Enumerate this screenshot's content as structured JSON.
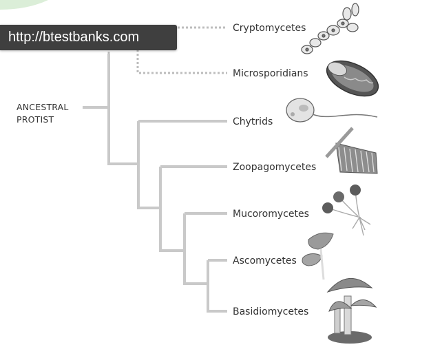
{
  "watermark": {
    "text": "http://btestbanks.com"
  },
  "root": {
    "line1": "ANCESTRAL",
    "line2": "PROTIST"
  },
  "taxa": [
    {
      "label": "Cryptomycetes",
      "icon": "cryptomycetes-cells-icon",
      "branch": "dotted"
    },
    {
      "label": "Microsporidians",
      "icon": "microsporidian-spore-icon",
      "branch": "dotted"
    },
    {
      "label": "Chytrids",
      "icon": "chytrid-zoospore-icon",
      "branch": "solid"
    },
    {
      "label": "Zoopagomycetes",
      "icon": "zoopagomycete-hyphae-icon",
      "branch": "solid"
    },
    {
      "label": "Mucoromycetes",
      "icon": "mucoromycete-sporangia-icon",
      "branch": "solid"
    },
    {
      "label": "Ascomycetes",
      "icon": "ascomycete-cup-fungus-icon",
      "branch": "solid"
    },
    {
      "label": "Basidiomycetes",
      "icon": "basidiomycete-mushroom-icon",
      "branch": "solid"
    }
  ],
  "colors": {
    "branch": "#c9c9c9",
    "text": "#333333",
    "watermark_bg": "#3f3f3f",
    "watermark_text": "#ffffff"
  }
}
